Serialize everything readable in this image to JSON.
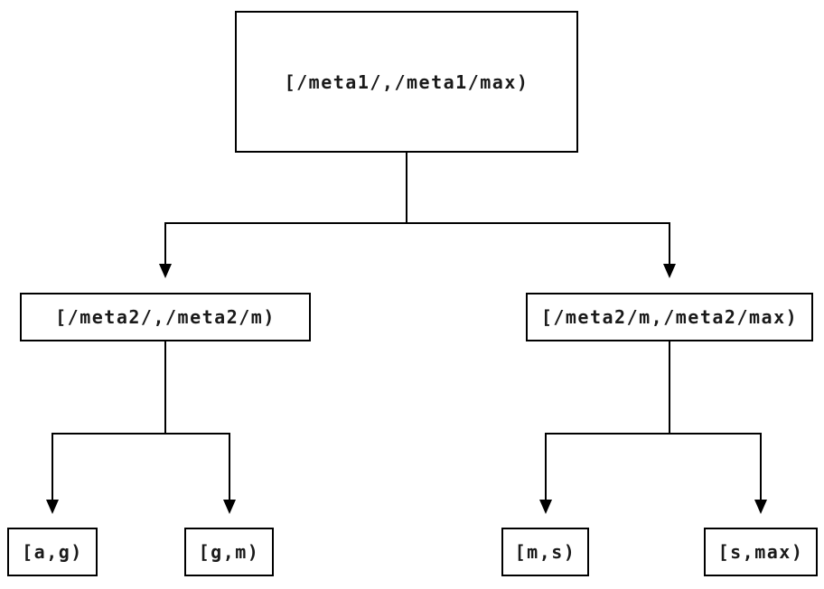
{
  "diagram": {
    "type": "binary-interval-tree",
    "nodes": {
      "root": {
        "label": "[/meta1/,/meta1/max)"
      },
      "left": {
        "label": "[/meta2/,/meta2/m)"
      },
      "right": {
        "label": "[/meta2/m,/meta2/max)"
      },
      "leaf_ag": {
        "label": "[a,g)"
      },
      "leaf_gm": {
        "label": "[g,m)"
      },
      "leaf_ms": {
        "label": "[m,s)"
      },
      "leaf_smax": {
        "label": "[s,max)"
      }
    },
    "edges": [
      {
        "from": "root",
        "to": "left"
      },
      {
        "from": "root",
        "to": "right"
      },
      {
        "from": "left",
        "to": "leaf_ag"
      },
      {
        "from": "left",
        "to": "leaf_gm"
      },
      {
        "from": "right",
        "to": "leaf_ms"
      },
      {
        "from": "right",
        "to": "leaf_smax"
      }
    ],
    "colors": {
      "background": "#ffffff",
      "line": "#000000",
      "box_border": "#000000",
      "text": "#1a1a1a"
    }
  }
}
